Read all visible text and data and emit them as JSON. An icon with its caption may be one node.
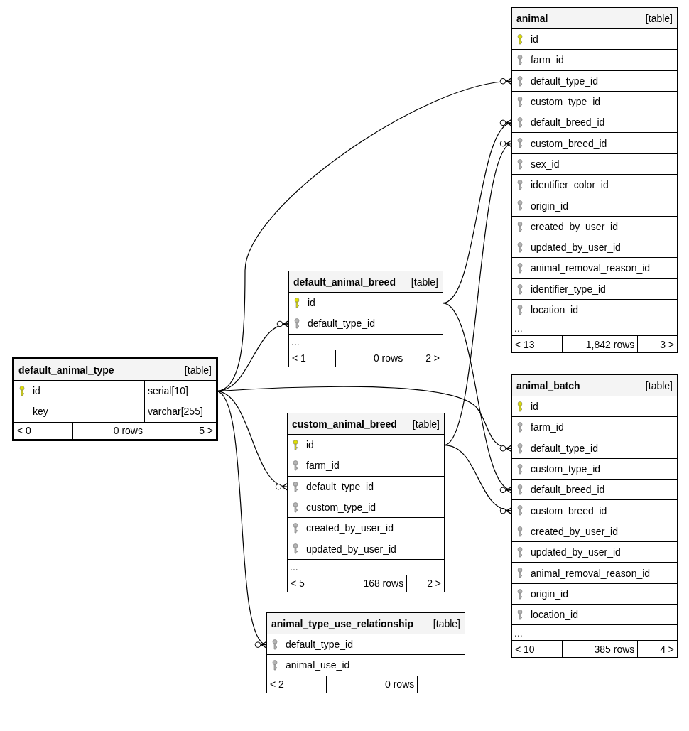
{
  "diagram": {
    "nodes": [
      {
        "text": [
          "animal",
          "[table]"
        ]
      },
      {
        "text": [
          "id"
        ],
        "in": 0
      },
      {
        "text": [
          "farm_id"
        ],
        "in": 0
      },
      {
        "text": [
          "default_type_id"
        ],
        "in": 0
      },
      {
        "text": [
          "custom_type_id"
        ],
        "in": 0
      },
      {
        "text": [
          "default_breed_id"
        ],
        "in": 0
      },
      {
        "text": [
          "custom_breed_id"
        ],
        "in": 0
      },
      {
        "text": [
          "sex_id"
        ],
        "in": 0
      },
      {
        "text": [
          "identifier_color_id"
        ],
        "in": 0
      },
      {
        "text": [
          "origin_id"
        ],
        "in": 0
      },
      {
        "text": [
          "created_by_user_id"
        ],
        "in": 0
      },
      {
        "text": [
          "updated_by_user_id"
        ],
        "in": 0
      },
      {
        "text": [
          "animal_removal_reason_id"
        ],
        "in": 0
      },
      {
        "text": [
          "identifier_type_id"
        ],
        "in": 0
      },
      {
        "text": [
          "location_id"
        ],
        "in": 0
      },
      {
        "text": [
          "..."
        ],
        "in": 0
      },
      {
        "text": [
          "< 13",
          "1,842 rows",
          "3 >"
        ],
        "in": 0
      },
      {
        "text": [
          "default_animal_breed",
          "[table]"
        ]
      },
      {
        "text": [
          "id"
        ],
        "in": 17
      },
      {
        "text": [
          "default_type_id"
        ],
        "in": 17
      },
      {
        "text": [
          "..."
        ],
        "in": 17
      },
      {
        "text": [
          "< 1",
          "0 rows",
          "2 >"
        ],
        "in": 17
      },
      {
        "text": [
          "default_animal_type",
          "[table]"
        ]
      },
      {
        "text": [
          "id",
          "serial[10]"
        ],
        "in": 22
      },
      {
        "text": [
          "key",
          "varchar[255]"
        ],
        "in": 22
      },
      {
        "text": [
          "< 0",
          "0 rows",
          "5 >"
        ],
        "in": 22
      },
      {
        "text": [
          "animal_batch",
          "[table]"
        ]
      },
      {
        "text": [
          "id"
        ],
        "in": 26
      },
      {
        "text": [
          "farm_id"
        ],
        "in": 26
      },
      {
        "text": [
          "default_type_id"
        ],
        "in": 26
      },
      {
        "text": [
          "custom_type_id"
        ],
        "in": 26
      },
      {
        "text": [
          "default_breed_id"
        ],
        "in": 26
      },
      {
        "text": [
          "custom_breed_id"
        ],
        "in": 26
      },
      {
        "text": [
          "created_by_user_id"
        ],
        "in": 26
      },
      {
        "text": [
          "updated_by_user_id"
        ],
        "in": 26
      },
      {
        "text": [
          "animal_removal_reason_id"
        ],
        "in": 26
      },
      {
        "text": [
          "origin_id"
        ],
        "in": 26
      },
      {
        "text": [
          "location_id"
        ],
        "in": 26
      },
      {
        "text": [
          "..."
        ],
        "in": 26
      },
      {
        "text": [
          "< 10",
          "385 rows",
          "4 >"
        ],
        "in": 26
      },
      {
        "text": [
          "custom_animal_breed",
          "[table]"
        ]
      },
      {
        "text": [
          "id"
        ],
        "in": 40
      },
      {
        "text": [
          "farm_id"
        ],
        "in": 40
      },
      {
        "text": [
          "default_type_id"
        ],
        "in": 40
      },
      {
        "text": [
          "custom_type_id"
        ],
        "in": 40
      },
      {
        "text": [
          "created_by_user_id"
        ],
        "in": 40
      },
      {
        "text": [
          "updated_by_user_id"
        ],
        "in": 40
      },
      {
        "text": [
          "..."
        ],
        "in": 40
      },
      {
        "text": [
          "< 5",
          "168 rows",
          "2 >"
        ],
        "in": 40
      },
      {
        "text": [
          "animal_type_use_relationship",
          "[table]"
        ]
      },
      {
        "text": [
          "default_type_id"
        ],
        "in": 49
      },
      {
        "text": [
          "animal_use_id"
        ],
        "in": 49
      },
      {
        "text": [
          "< 2",
          "0 rows"
        ],
        "in": 49
      }
    ],
    "edges": [
      {
        "from": 23,
        "to": 3,
        "arrow": "other"
      },
      {
        "from": 23,
        "to": 19,
        "arrow": "other"
      },
      {
        "from": 23,
        "to": 43,
        "arrow": "other"
      },
      {
        "from": 23,
        "to": 29,
        "arrow": "other"
      },
      {
        "from": 23,
        "to": 50,
        "arrow": "other"
      },
      {
        "from": 18,
        "to": 5,
        "arrow": "other"
      },
      {
        "from": 18,
        "to": 31,
        "arrow": "other"
      },
      {
        "from": 41,
        "to": 6,
        "arrow": "other"
      },
      {
        "from": 41,
        "to": 32,
        "arrow": "other"
      }
    ]
  }
}
